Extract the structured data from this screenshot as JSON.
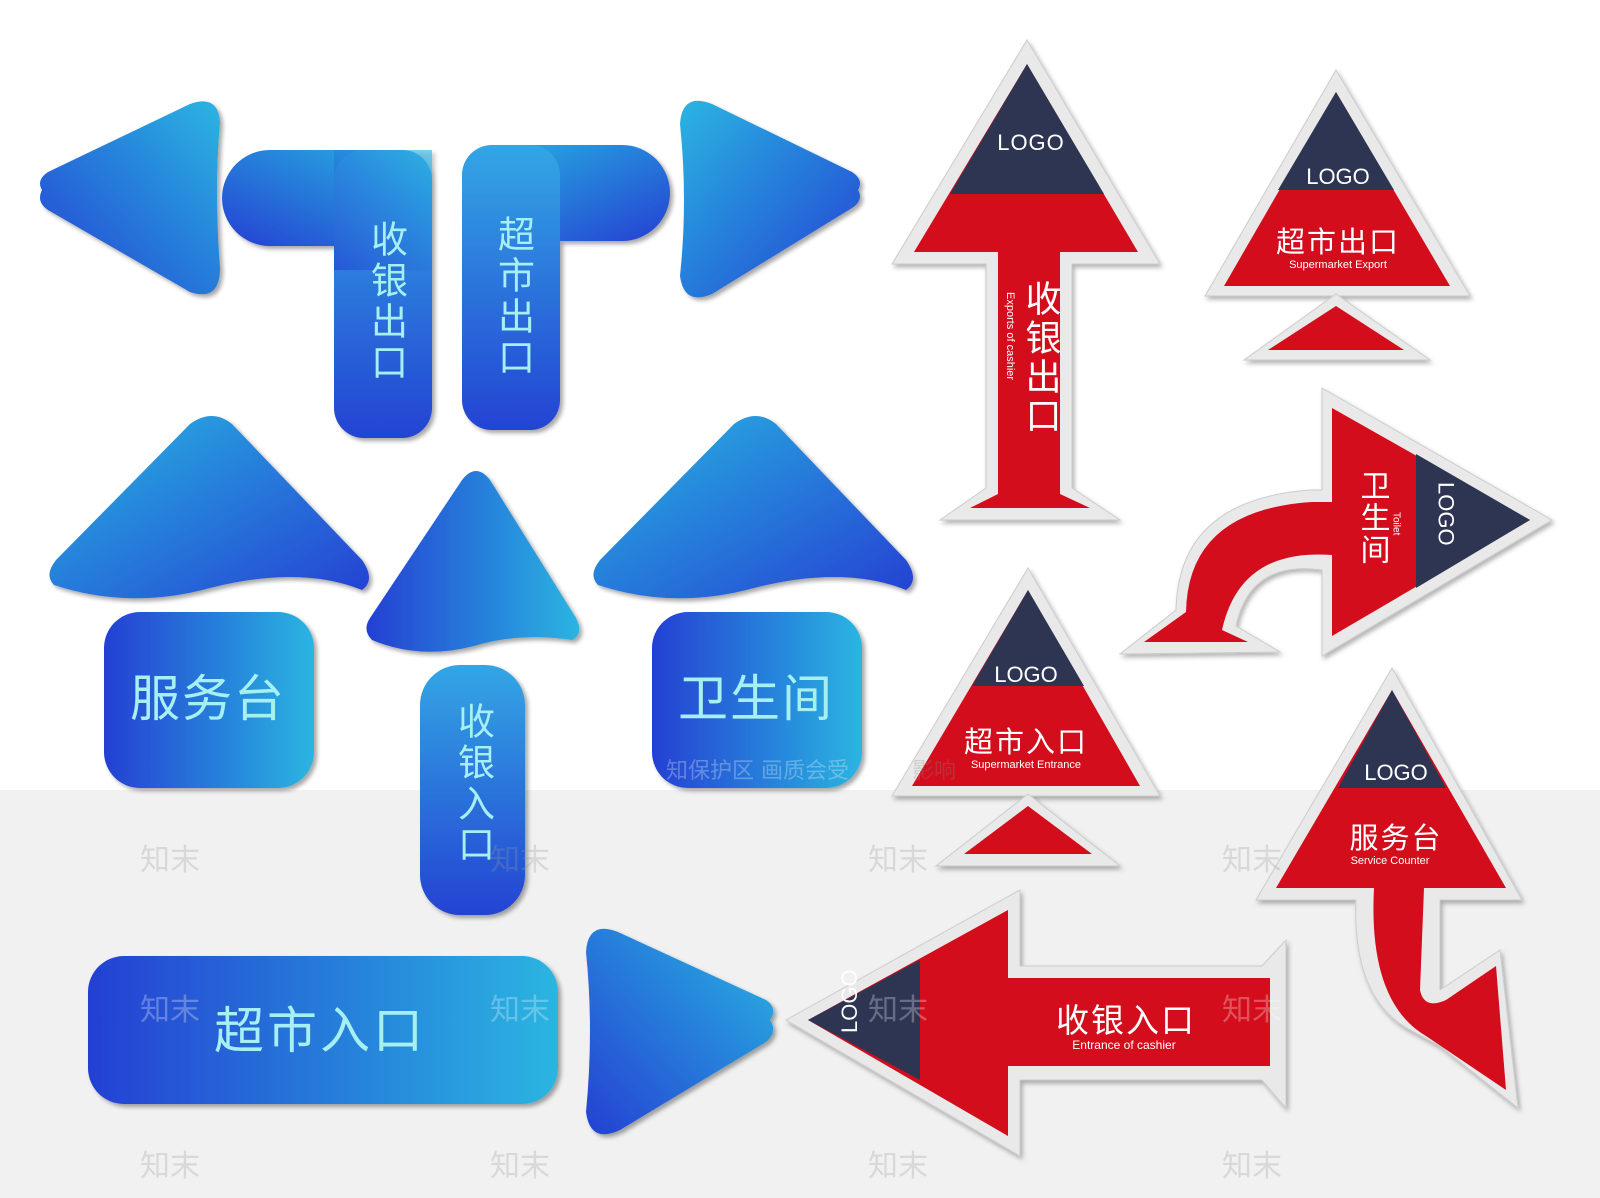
{
  "blue_signs": {
    "cashier_exit": "收银出口",
    "supermarket_exit": "超市出口",
    "service_desk": "服务台",
    "restroom": "卫生间",
    "cashier_entrance": "收银入口",
    "supermarket_entrance": "超市入口"
  },
  "red_signs": {
    "logo": "LOGO",
    "cashier_exit_cn": "收银出口",
    "cashier_exit_en": "Exports of cashier",
    "supermarket_exit_cn": "超市出口",
    "supermarket_exit_en": "Supermarket Export",
    "toilet_cn": "卫生间",
    "toilet_en": "Toilet",
    "supermarket_entrance_cn": "超市入口",
    "supermarket_entrance_en": "Supermarket Entrance",
    "service_counter_cn": "服务台",
    "service_counter_en": "Service Counter",
    "cashier_entrance_cn": "收银入口",
    "cashier_entrance_en": "Entrance of cashier"
  },
  "watermark": {
    "brand": "知末",
    "notice": "知保护区  画质会受",
    "notice_end": "影响"
  },
  "colors": {
    "blue_light": "#2bb4e0",
    "blue_dark": "#2440d2",
    "red": "#d30f1c",
    "navy": "#2f3552",
    "frame": "#e6e6e6",
    "blue_text": "#a6f0f4"
  }
}
